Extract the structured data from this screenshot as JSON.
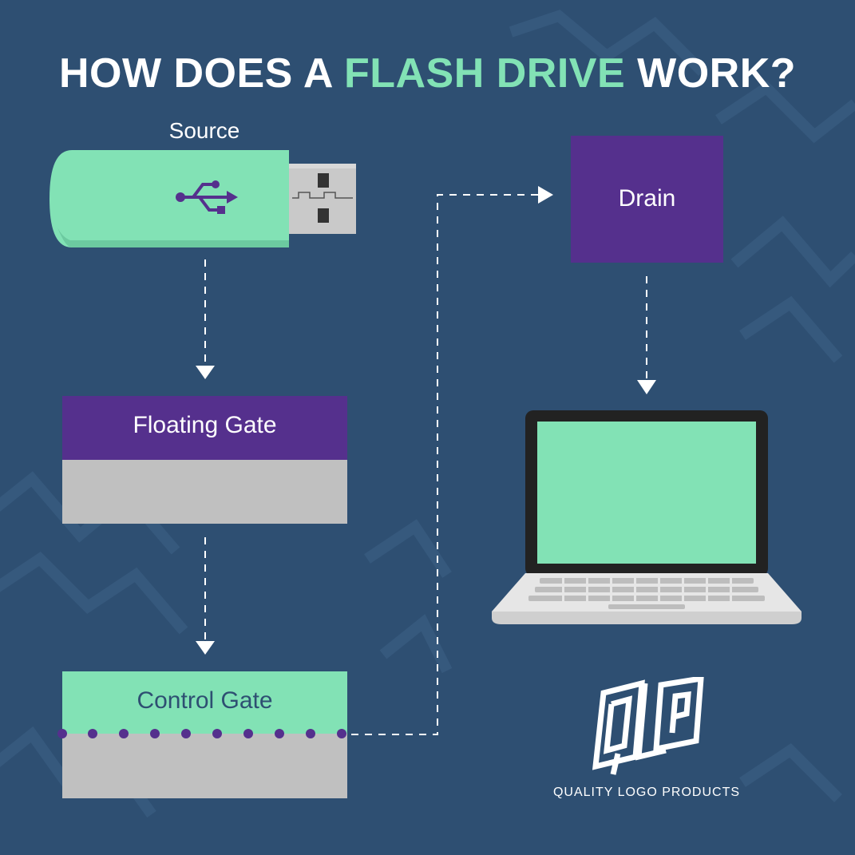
{
  "title": {
    "part1": "HOW DOES A",
    "highlight": "FLASH DRIVE",
    "part2": "WORK?"
  },
  "labels": {
    "source": "Source",
    "drain": "Drain",
    "floating_gate": "Floating Gate",
    "control_gate": "Control Gate"
  },
  "icons": [
    "usb-flash-drive-icon",
    "usb-symbol-icon",
    "laptop-icon",
    "qlp-logo-icon"
  ],
  "colors": {
    "background": "#2e4f72",
    "mint": "#82e2b5",
    "purple": "#55308d",
    "gray": "#c0c0c0",
    "white": "#ffffff"
  },
  "brand": {
    "name": "QUALITY LOGO PRODUCTS"
  }
}
